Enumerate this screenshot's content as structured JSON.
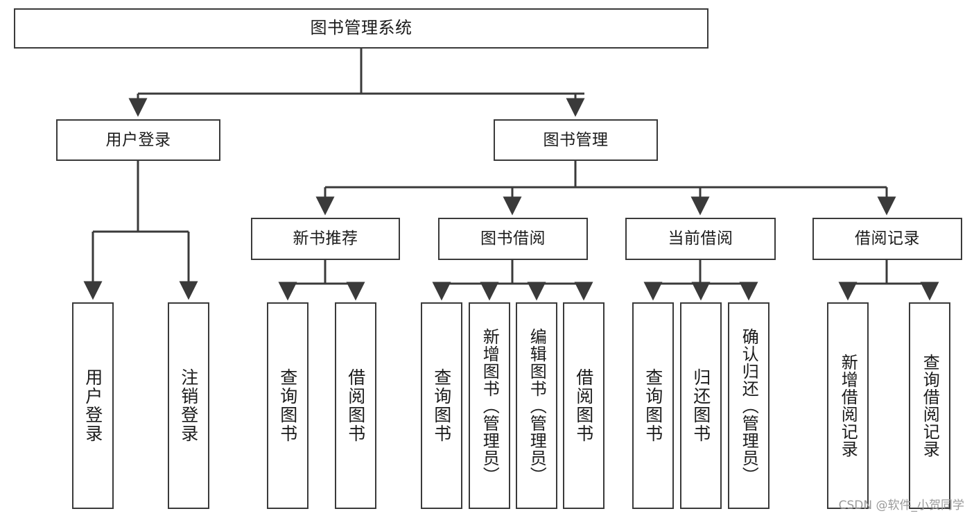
{
  "diagram": {
    "title": "图书管理系统",
    "type": "tree-hierarchy-diagram",
    "colors": {
      "box_border": "#3a3a3a",
      "box_fill": "#ffffff",
      "edge": "#3a3a3a",
      "text": "#1b1b1b",
      "watermark": "#9a9a9a"
    },
    "nodes": {
      "root": {
        "label": "图书管理系统"
      },
      "level1": [
        {
          "id": "user-login",
          "label": "用户登录"
        },
        {
          "id": "book-management",
          "label": "图书管理"
        }
      ],
      "level2": [
        {
          "id": "new-book-recommend",
          "label": "新书推荐"
        },
        {
          "id": "book-borrow",
          "label": "图书借阅"
        },
        {
          "id": "current-borrow",
          "label": "当前借阅"
        },
        {
          "id": "borrow-record",
          "label": "借阅记录"
        }
      ],
      "leaves": {
        "user-login": [
          {
            "id": "leaf-user-login",
            "label": "用户登录"
          },
          {
            "id": "leaf-logout-login",
            "label": "注销登录"
          }
        ],
        "new-book-recommend": [
          {
            "id": "leaf-query-book-1",
            "label": "查询图书"
          },
          {
            "id": "leaf-borrow-book-1",
            "label": "借阅图书"
          }
        ],
        "book-borrow": [
          {
            "id": "leaf-query-book-2",
            "label": "查询图书"
          },
          {
            "id": "leaf-add-book-admin",
            "label": "新增图书（管理员）"
          },
          {
            "id": "leaf-edit-book-admin",
            "label": "编辑图书（管理员）"
          },
          {
            "id": "leaf-borrow-book-2",
            "label": "借阅图书"
          }
        ],
        "current-borrow": [
          {
            "id": "leaf-query-book-3",
            "label": "查询图书"
          },
          {
            "id": "leaf-return-book",
            "label": "归还图书"
          },
          {
            "id": "leaf-confirm-return-admin",
            "label": "确认归还（管理员）"
          }
        ],
        "borrow-record": [
          {
            "id": "leaf-add-borrow-record",
            "label": "新增借阅记录"
          },
          {
            "id": "leaf-query-borrow-record",
            "label": "查询借阅记录"
          }
        ]
      }
    },
    "watermark": "CSDN @软件_小贺同学"
  }
}
